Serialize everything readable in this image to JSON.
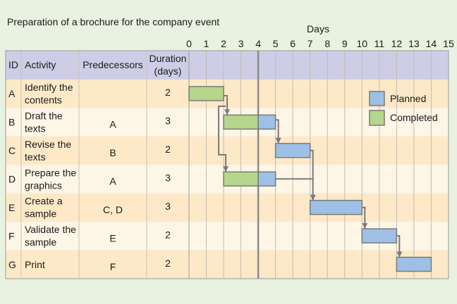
{
  "title": "Preparation of a brochure for the company event",
  "axis_label": "Days",
  "days": [
    0,
    1,
    2,
    3,
    4,
    5,
    6,
    7,
    8,
    9,
    10,
    11,
    12,
    13,
    14,
    15
  ],
  "today": 4,
  "headers": {
    "id": "ID",
    "activity": "Activity",
    "predecessors": "Predecessors",
    "duration_1": "Duration",
    "duration_2": "(days)"
  },
  "legend": {
    "planned": "Planned",
    "completed": "Completed"
  },
  "colors": {
    "planned": "#9ec0e6",
    "completed": "#b5d68b",
    "header": "#cfcde6",
    "row_a": "#fde9c8",
    "row_b": "#fdf5e6",
    "line": "#7a7a7a"
  },
  "tasks": [
    {
      "id": "A",
      "activity": [
        "Identify the",
        "contents"
      ],
      "predecessors": "",
      "duration": 2,
      "start": 0,
      "completed": 2
    },
    {
      "id": "B",
      "activity": [
        "Draft the",
        "texts"
      ],
      "predecessors": "A",
      "duration": 3,
      "start": 2,
      "completed": 2
    },
    {
      "id": "C",
      "activity": [
        "Revise the",
        "texts"
      ],
      "predecessors": "B",
      "duration": 2,
      "start": 5,
      "completed": 0
    },
    {
      "id": "D",
      "activity": [
        "Prepare the",
        "graphics"
      ],
      "predecessors": "A",
      "duration": 3,
      "start": 2,
      "completed": 2
    },
    {
      "id": "E",
      "activity": [
        "Create a",
        "sample"
      ],
      "predecessors": "C, D",
      "duration": 3,
      "start": 7,
      "completed": 0
    },
    {
      "id": "F",
      "activity": [
        "Validate the",
        "sample"
      ],
      "predecessors": "E",
      "duration": 2,
      "start": 10,
      "completed": 0
    },
    {
      "id": "G",
      "activity": [
        "Print"
      ],
      "predecessors": "F",
      "duration": 2,
      "start": 12,
      "completed": 0
    }
  ]
}
